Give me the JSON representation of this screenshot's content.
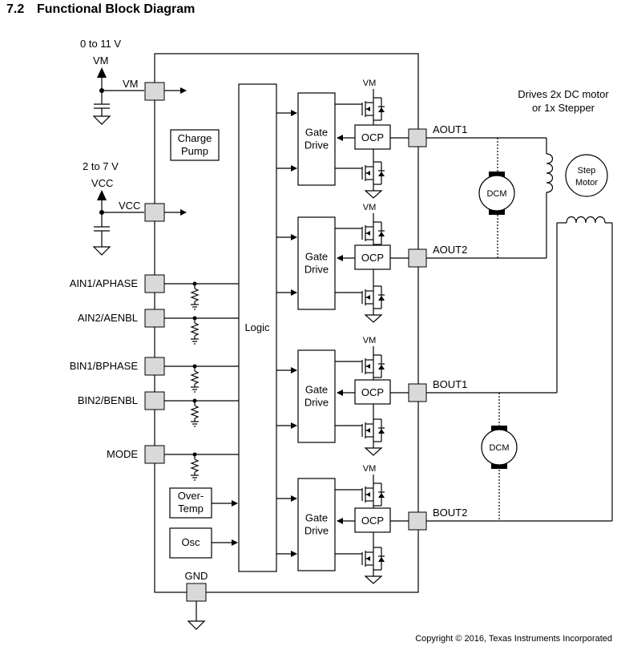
{
  "section_number": "7.2",
  "section_title": "Functional Block Diagram",
  "supply": {
    "vm_range": "0 to 11 V",
    "vm": "VM",
    "vm_pin": "VM",
    "vcc_range": "2 to 7 V",
    "vcc": "VCC",
    "vcc_pin": "VCC"
  },
  "inputs": [
    "AIN1/APHASE",
    "AIN2/AENBL",
    "BIN1/BPHASE",
    "BIN2/BENBL",
    "MODE"
  ],
  "ground": "GND",
  "blocks": {
    "charge_pump": [
      "Charge",
      "Pump"
    ],
    "logic": "Logic",
    "over_temp": [
      "Over-",
      "Temp"
    ],
    "osc": "Osc",
    "gate_drive": [
      "Gate",
      "Drive"
    ],
    "ocp": "OCP",
    "vm_label": "VM"
  },
  "outputs": [
    "AOUT1",
    "AOUT2",
    "BOUT1",
    "BOUT2"
  ],
  "loads": {
    "note": [
      "Drives 2x DC motor",
      "or 1x Stepper"
    ],
    "dcm": "DCM",
    "step_motor": [
      "Step",
      "Motor"
    ]
  },
  "copyright": "Copyright © 2016, Texas Instruments Incorporated"
}
